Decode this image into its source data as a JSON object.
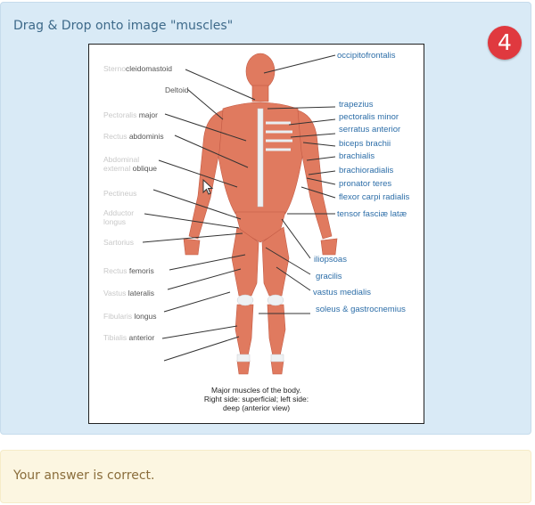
{
  "question": {
    "title": "Drag & Drop onto image \"muscles\"",
    "number": "4",
    "badge_color": "#e0393f"
  },
  "image": {
    "alt": "muscles",
    "caption_lines": [
      "Major muscles of the body.",
      "Right side: superficial; left side:",
      "deep (anterior view)"
    ],
    "fixed_labels_left": [
      {
        "faint": "Sterno",
        "text": "cleidomastoid"
      },
      {
        "faint": "",
        "text": "Deltoid"
      },
      {
        "faint": "Pectoralis",
        "text": " major"
      },
      {
        "faint": "Rectus",
        "text": " abdominis"
      },
      {
        "faint": "Abdominal",
        "text": ""
      },
      {
        "faint": "external",
        "text": " oblique"
      },
      {
        "faint": "Pectineus",
        "text": ""
      },
      {
        "faint": "Adductor",
        "text": ""
      },
      {
        "faint": "longus",
        "text": ""
      },
      {
        "faint": "Sartorius",
        "text": ""
      },
      {
        "faint": "Rectus",
        "text": " femoris"
      },
      {
        "faint": "Vastus",
        "text": " lateralis"
      },
      {
        "faint": "Fibularis",
        "text": " longus"
      },
      {
        "faint": "Tibialis",
        "text": " anterior"
      }
    ],
    "drop_labels_right": [
      "occipitofrontalis",
      "trapezius",
      "pectoralis minor",
      "serratus anterior",
      "biceps brachii",
      "brachialis",
      "brachioradialis",
      "pronator teres",
      "flexor carpi radialis",
      "tensor fasciæ latæ",
      "iliopsoas",
      "gracilis",
      "vastus medialis",
      "soleus & gastrocnemius"
    ]
  },
  "feedback": {
    "message": "Your answer is correct."
  }
}
